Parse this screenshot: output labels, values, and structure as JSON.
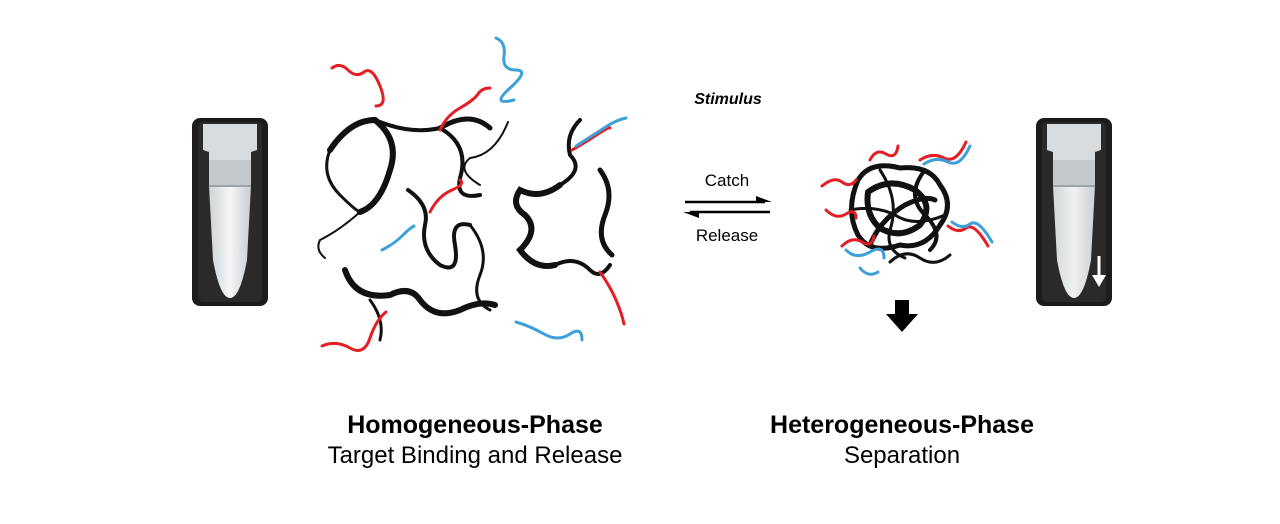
{
  "left_panel": {
    "title": "Homogeneous-Phase",
    "subtitle": "Target Binding and Release"
  },
  "right_panel": {
    "title": "Heterogeneous-Phase",
    "subtitle": "Separation"
  },
  "equilibrium": {
    "stimulus_label": "Stimulus",
    "forward_label": "Catch",
    "reverse_label": "Release"
  },
  "colors": {
    "polymer": "#111111",
    "dna_red": "#e31e24",
    "dna_blue": "#3ea0d8",
    "tube_frame": "#1c1c1c"
  },
  "icons": {
    "left_tube": "tube-clear-icon",
    "right_tube": "tube-cloudy-icon",
    "settle_arrow": "down-arrow-icon",
    "equilibrium_arrows": "equilibrium-arrows-icon"
  }
}
